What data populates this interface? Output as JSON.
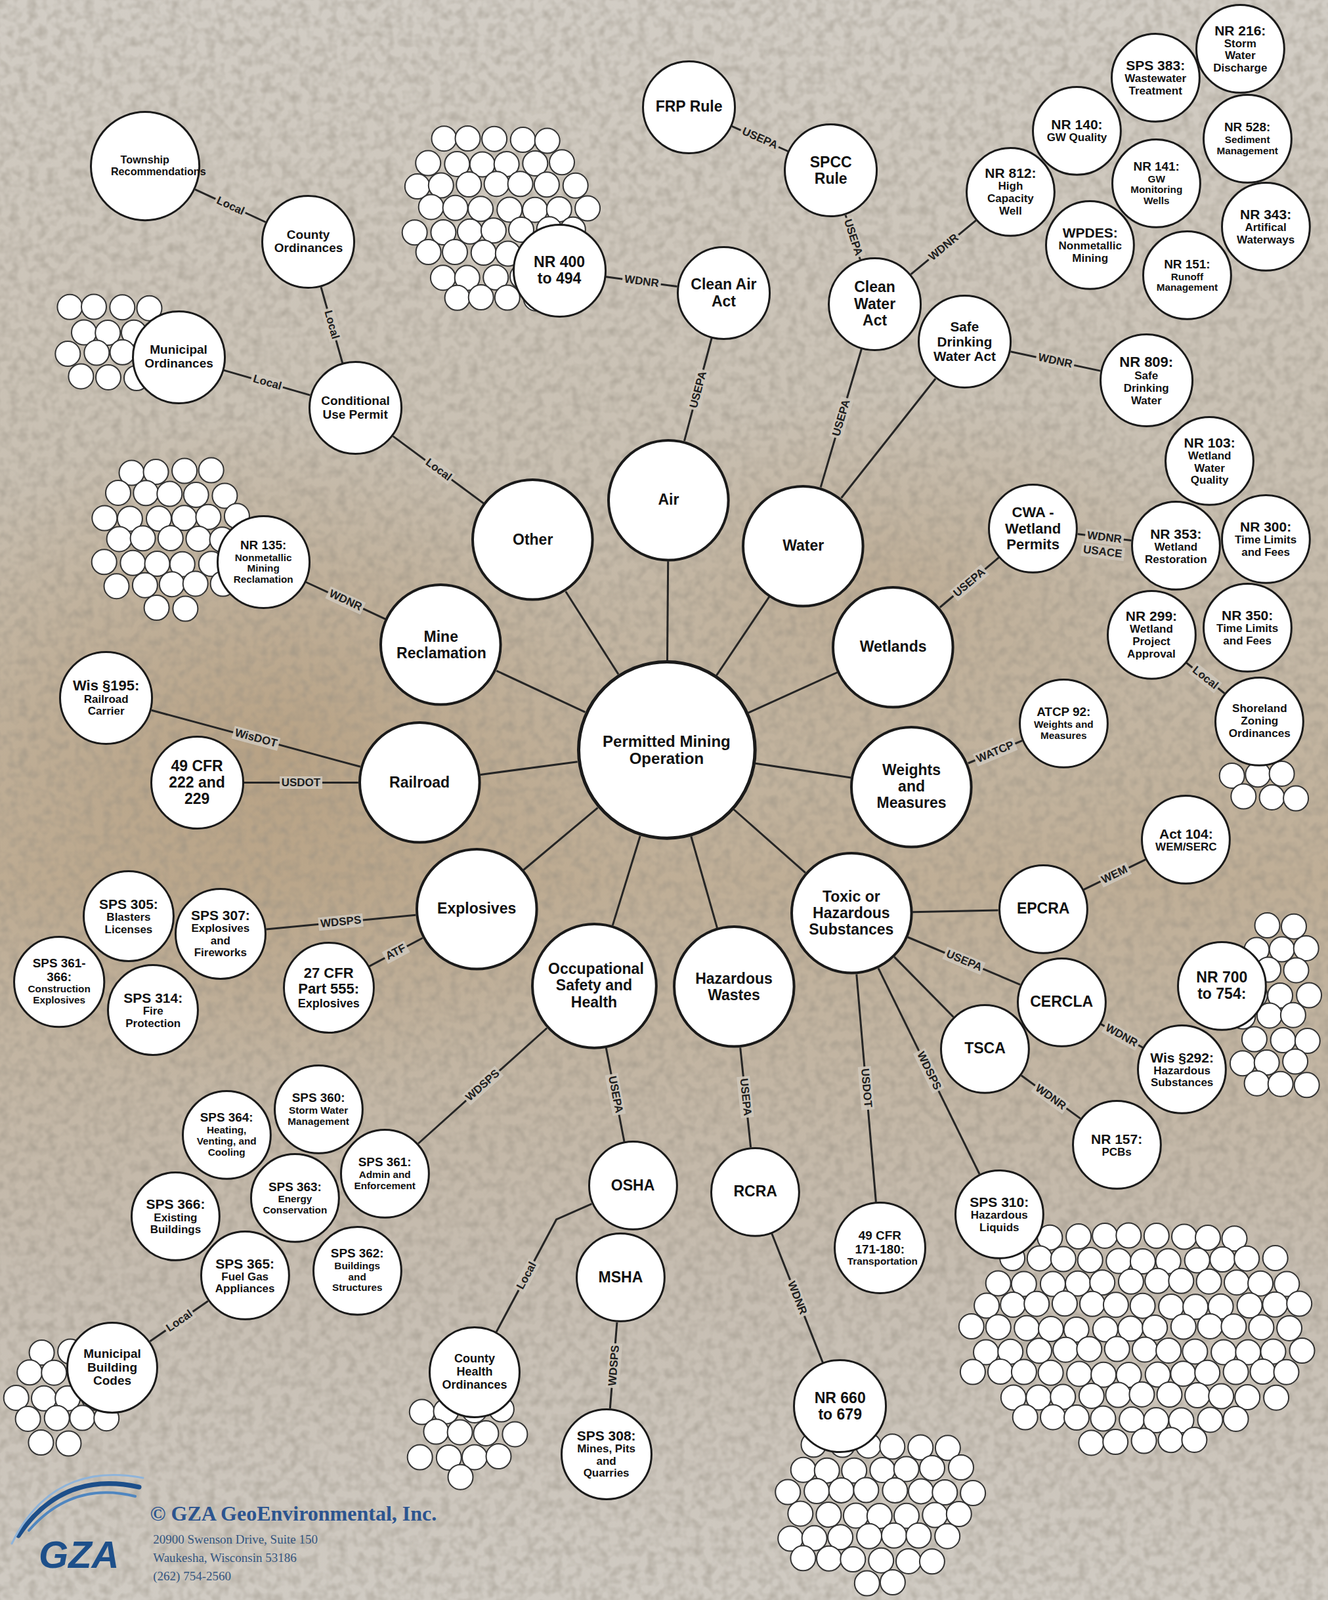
{
  "diagram": {
    "nodes": [
      {
        "text": [
          "Permitted Mining Operation"
        ]
      },
      {
        "text": [
          "Air"
        ]
      },
      {
        "text": [
          "Other"
        ]
      },
      {
        "text": [
          "Water"
        ]
      },
      {
        "text": [
          "Mine Reclamation"
        ]
      },
      {
        "text": [
          "Wetlands"
        ]
      },
      {
        "text": [
          "Railroad"
        ]
      },
      {
        "text": [
          "Weights and Measures"
        ]
      },
      {
        "text": [
          "Explosives"
        ]
      },
      {
        "text": [
          "Toxic or Hazardous Substances"
        ]
      },
      {
        "text": [
          "Occupational Safety and Health"
        ]
      },
      {
        "text": [
          "Hazardous Wastes"
        ]
      },
      {
        "text": [
          "Conditional Use Permit"
        ]
      },
      {
        "text": [
          "County Ordinances"
        ]
      },
      {
        "text": [
          "Township Recommendations"
        ]
      },
      {
        "text": [
          "Municipal Ordinances"
        ]
      },
      {
        "text": [
          "Clean Air Act"
        ]
      },
      {
        "text": [
          "NR 400 to 494"
        ]
      },
      {
        "text": [
          "Clean Water Act"
        ]
      },
      {
        "text": [
          "Safe Drinking Water Act"
        ]
      },
      {
        "text": [
          "SPCC Rule"
        ]
      },
      {
        "text": [
          "FRP Rule"
        ]
      },
      {
        "text": [
          "NR 809:",
          "Safe Drinking Water"
        ]
      },
      {
        "text": [
          "NR 812:",
          "High Capacity Well"
        ]
      },
      {
        "text": [
          "NR 140:",
          "GW Quality"
        ]
      },
      {
        "text": [
          "SPS 383:",
          "Wastewater Treatment"
        ]
      },
      {
        "text": [
          "NR 216:",
          "Storm Water Discharge"
        ]
      },
      {
        "text": [
          "NR 141:",
          "GW Monitoring Wells"
        ]
      },
      {
        "text": [
          "NR 528:",
          "Sediment Management"
        ]
      },
      {
        "text": [
          "WPDES:",
          "Nonmetallic Mining"
        ]
      },
      {
        "text": [
          "NR 151:",
          "Runoff Management"
        ]
      },
      {
        "text": [
          "NR 343:",
          "Artifical Waterways"
        ]
      },
      {
        "text": [
          "CWA - Wetland Permits"
        ]
      },
      {
        "text": [
          "NR 103:",
          "Wetland Water Quality"
        ]
      },
      {
        "text": [
          "NR 353:",
          "Wetland Restoration"
        ]
      },
      {
        "text": [
          "NR 300:",
          "Time Limits and Fees"
        ]
      },
      {
        "text": [
          "NR 299:",
          "Wetland Project Approval"
        ]
      },
      {
        "text": [
          "NR 350:",
          "Time Limits and Fees"
        ]
      },
      {
        "text": [
          "Shoreland Zoning Ordinances"
        ]
      },
      {
        "text": [
          "ATCP 92:",
          "Weights and Measures"
        ]
      },
      {
        "text": [
          "NR 135:",
          "Nonmetallic Mining Reclamation"
        ]
      },
      {
        "text": [
          "Wis §195:",
          "Railroad Carrier"
        ]
      },
      {
        "text": [
          "49 CFR 222 and 229"
        ]
      },
      {
        "text": [
          "SPS 305:",
          "Blasters Licenses"
        ]
      },
      {
        "text": [
          "SPS 307:",
          "Explosives and Fireworks"
        ]
      },
      {
        "text": [
          "SPS 361-366:",
          "Construction Explosives"
        ]
      },
      {
        "text": [
          "SPS 314:",
          "Fire Protection"
        ]
      },
      {
        "text": [
          "27 CFR Part 555:",
          "Explosives"
        ]
      },
      {
        "text": [
          "Act 104:",
          "WEM/SERC"
        ]
      },
      {
        "text": [
          "EPCRA"
        ]
      },
      {
        "text": [
          "CERCLA"
        ]
      },
      {
        "text": [
          "TSCA"
        ]
      },
      {
        "text": [
          "NR 700 to 754:"
        ]
      },
      {
        "text": [
          "Wis §292:",
          "Hazardous Substances"
        ]
      },
      {
        "text": [
          "NR 157:",
          "PCBs"
        ]
      },
      {
        "text": [
          "SPS 310:",
          "Hazardous Liquids"
        ]
      },
      {
        "text": [
          "49 CFR 171-180:",
          "Transportation"
        ]
      },
      {
        "text": [
          "OSHA"
        ]
      },
      {
        "text": [
          "MSHA"
        ]
      },
      {
        "text": [
          "County Health Ordinances"
        ]
      },
      {
        "text": [
          "SPS 308:",
          "Mines, Pits and Quarries"
        ]
      },
      {
        "text": [
          "RCRA"
        ]
      },
      {
        "text": [
          "NR 660 to 679"
        ]
      },
      {
        "text": [
          "SPS 364:",
          "Heating, Venting, and Cooling"
        ]
      },
      {
        "text": [
          "SPS 360:",
          "Storm Water Management"
        ]
      },
      {
        "text": [
          "SPS 361:",
          "Admin and Enforcement"
        ]
      },
      {
        "text": [
          "SPS 363:",
          "Energy Conservation"
        ]
      },
      {
        "text": [
          "SPS 366:",
          "Existing Buildings"
        ]
      },
      {
        "text": [
          "SPS 365:",
          "Fuel Gas Appliances"
        ]
      },
      {
        "text": [
          "SPS 362:",
          "Buildings and Structures"
        ]
      },
      {
        "text": [
          "Municipal Building Codes"
        ]
      }
    ],
    "edges": [
      {
        "from": 0,
        "to": 1,
        "arrow": "none"
      },
      {
        "from": 0,
        "to": 2,
        "arrow": "none"
      },
      {
        "from": 0,
        "to": 3,
        "arrow": "none"
      },
      {
        "from": 0,
        "to": 4,
        "arrow": "none"
      },
      {
        "from": 0,
        "to": 5,
        "arrow": "none"
      },
      {
        "from": 0,
        "to": 6,
        "arrow": "none"
      },
      {
        "from": 0,
        "to": 7,
        "arrow": "none"
      },
      {
        "from": 0,
        "to": 8,
        "arrow": "none"
      },
      {
        "from": 0,
        "to": 9,
        "arrow": "none"
      },
      {
        "from": 0,
        "to": 10,
        "arrow": "none"
      },
      {
        "from": 0,
        "to": 11,
        "arrow": "none"
      },
      {
        "from": 2,
        "to": 12,
        "label": "Local",
        "arrow": "none"
      },
      {
        "from": 12,
        "to": 13,
        "label": "Local",
        "arrow": "none"
      },
      {
        "from": 13,
        "to": 14,
        "label": "Local",
        "arrow": "none"
      },
      {
        "from": 12,
        "to": 15,
        "label": "Local",
        "arrow": "none"
      },
      {
        "from": 1,
        "to": 16,
        "label": "USEPA",
        "arrow": "none"
      },
      {
        "from": 16,
        "to": 17,
        "label": "WDNR",
        "arrow": "none"
      },
      {
        "from": 3,
        "to": 18,
        "label": "USEPA",
        "arrow": "none"
      },
      {
        "from": 3,
        "to": 19,
        "arrow": "none"
      },
      {
        "from": 18,
        "to": 20,
        "label": "USEPA",
        "arrow": "none"
      },
      {
        "from": 20,
        "to": 21,
        "label": "USEPA",
        "arrow": "none"
      },
      {
        "from": 19,
        "to": 22,
        "label": "WDNR",
        "arrow": "none"
      },
      {
        "from": 18,
        "to": 23,
        "label": "WDNR",
        "arrow": "none"
      },
      {
        "from": 5,
        "to": 32,
        "label": "USEPA",
        "arrow": "none"
      },
      {
        "from": 32,
        "to": 34,
        "label": "WDNR",
        "arrow": "none"
      },
      {
        "from": 36,
        "to": 38,
        "label": "Local",
        "arrow": "none"
      },
      {
        "from": 7,
        "to": 39,
        "label": "WATCP",
        "arrow": "none"
      },
      {
        "from": 4,
        "to": 40,
        "label": "WDNR",
        "arrow": "none"
      },
      {
        "from": 6,
        "to": 41,
        "label": "WisDOT",
        "arrow": "none"
      },
      {
        "from": 6,
        "to": 42,
        "label": "USDOT",
        "arrow": "none"
      },
      {
        "from": 8,
        "to": 44,
        "label": "WDSPS",
        "arrow": "none"
      },
      {
        "from": 8,
        "to": 47,
        "label": "ATF",
        "arrow": "none"
      },
      {
        "from": 9,
        "to": 49,
        "arrow": "none"
      },
      {
        "from": 9,
        "to": 50,
        "label": "USEPA",
        "arrow": "none"
      },
      {
        "from": 9,
        "to": 51,
        "arrow": "none"
      },
      {
        "from": 9,
        "to": 55,
        "label": "WDSPS",
        "arrow": "none"
      },
      {
        "from": 9,
        "to": 56,
        "label": "USDOT",
        "arrow": "none"
      },
      {
        "from": 49,
        "to": 48,
        "label": "WEM",
        "arrow": "none"
      },
      {
        "from": 50,
        "to": 53,
        "label": "WDNR",
        "arrow": "none"
      },
      {
        "from": 51,
        "to": 54,
        "label": "WDNR",
        "arrow": "none"
      },
      {
        "from": 10,
        "to": 65,
        "label": "WDSPS",
        "arrow": "none"
      },
      {
        "from": 10,
        "to": 57,
        "label": "USEPA",
        "arrow": "none"
      },
      {
        "from": 57,
        "to": 59,
        "label": "Local",
        "arrow": "none"
      },
      {
        "from": 58,
        "to": 60,
        "label": "WDSPS",
        "arrow": "none"
      },
      {
        "from": 68,
        "to": 70,
        "label": "Local",
        "arrow": "none"
      },
      {
        "from": 11,
        "to": 61,
        "label": "USEPA",
        "arrow": "none"
      },
      {
        "from": 61,
        "to": 62,
        "label": "WDNR",
        "arrow": "none"
      }
    ],
    "labels": [
      "USACE",
      "GZA",
      "© GZA GeoEnvironmental, Inc.",
      "20900 Swenson Drive, Suite 150",
      "Waukesha, Wisconsin 53186",
      "(262) 754-2560"
    ]
  }
}
